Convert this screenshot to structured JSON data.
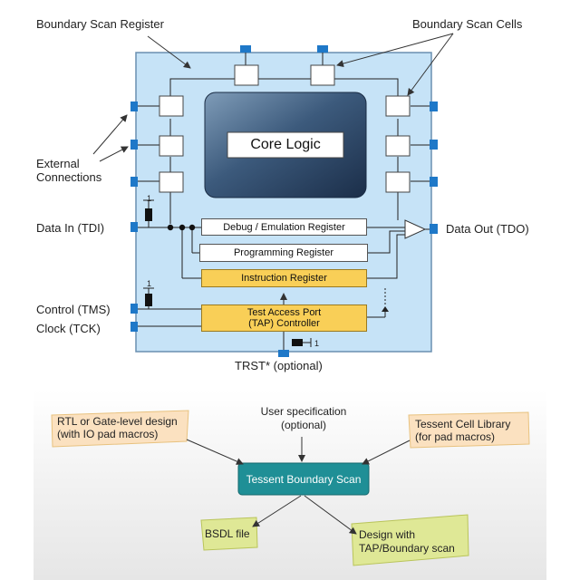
{
  "chip": {
    "core_logic": "Core Logic",
    "debug_register": "Debug / Emulation Register",
    "programming_register": "Programming Register",
    "instruction_register": "Instruction Register",
    "tap_controller_line1": "Test Access Port",
    "tap_controller_line2": "(TAP) Controller",
    "pullup_value": "1"
  },
  "labels": {
    "boundary_scan_register": "Boundary Scan Register",
    "boundary_scan_cells": "Boundary Scan Cells",
    "external_connections_line1": "External",
    "external_connections_line2": "Connections",
    "data_in": "Data In (TDI)",
    "data_out": "Data Out (TDO)",
    "control": "Control (TMS)",
    "clock": "Clock (TCK)",
    "trst": "TRST* (optional)"
  },
  "flow": {
    "user_spec_line1": "User specification",
    "user_spec_line2": "(optional)",
    "rtl_line1": "RTL or Gate-level design",
    "rtl_line2": "(with IO pad macros)",
    "cell_lib_line1": "Tessent Cell Library",
    "cell_lib_line2": "(for pad macros)",
    "tool": "Tessent Boundary Scan",
    "bsdl": "BSDL file",
    "design_line1": "Design with",
    "design_line2": "TAP/Boundary scan"
  },
  "colors": {
    "chip_bg": "#c6e3f7",
    "chip_border": "#6a8fb0",
    "pad": "#1e78c8",
    "register_yellow": "#f9cf57",
    "tool_box": "#1f8f96",
    "note_orange": "#fbe1c0",
    "note_green": "#dfe896"
  }
}
